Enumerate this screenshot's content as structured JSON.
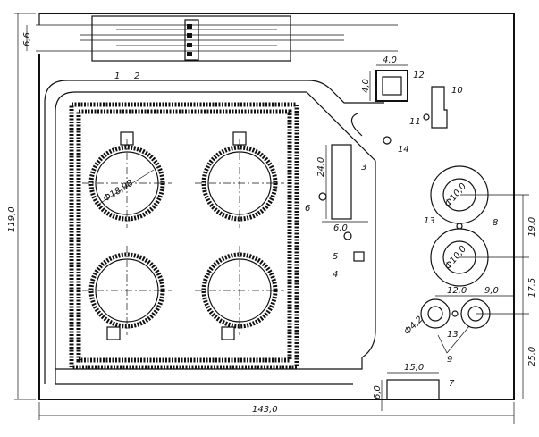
{
  "title": "Site plan",
  "callouts": {
    "n1": "1",
    "n2": "2",
    "n3": "3",
    "n4": "4",
    "n5": "5",
    "n6": "6",
    "n7": "7",
    "n8": "8",
    "n9": "9",
    "n10": "10",
    "n11": "11",
    "n12": "12",
    "n13a": "13",
    "n13b": "13",
    "n14": "14"
  },
  "dimensions": {
    "d_66": "6,6",
    "d_40w": "4,0",
    "d_40h": "4,0",
    "d_240": "24,0",
    "d_60a": "6,0",
    "d_tank": "Ф18,98",
    "d_100a": "Ф10,0",
    "d_100b": "Ф10,0",
    "d_42": "Ф4,2",
    "d_120": "12,0",
    "d_90": "9,0",
    "d_190": "19,0",
    "d_175": "17,5",
    "d_250": "25,0",
    "d_150": "15,0",
    "d_60b": "6,0",
    "d_1190": "119,0",
    "d_1430": "143,0"
  },
  "colors": {
    "ink": "#111111",
    "paper": "#ffffff"
  }
}
